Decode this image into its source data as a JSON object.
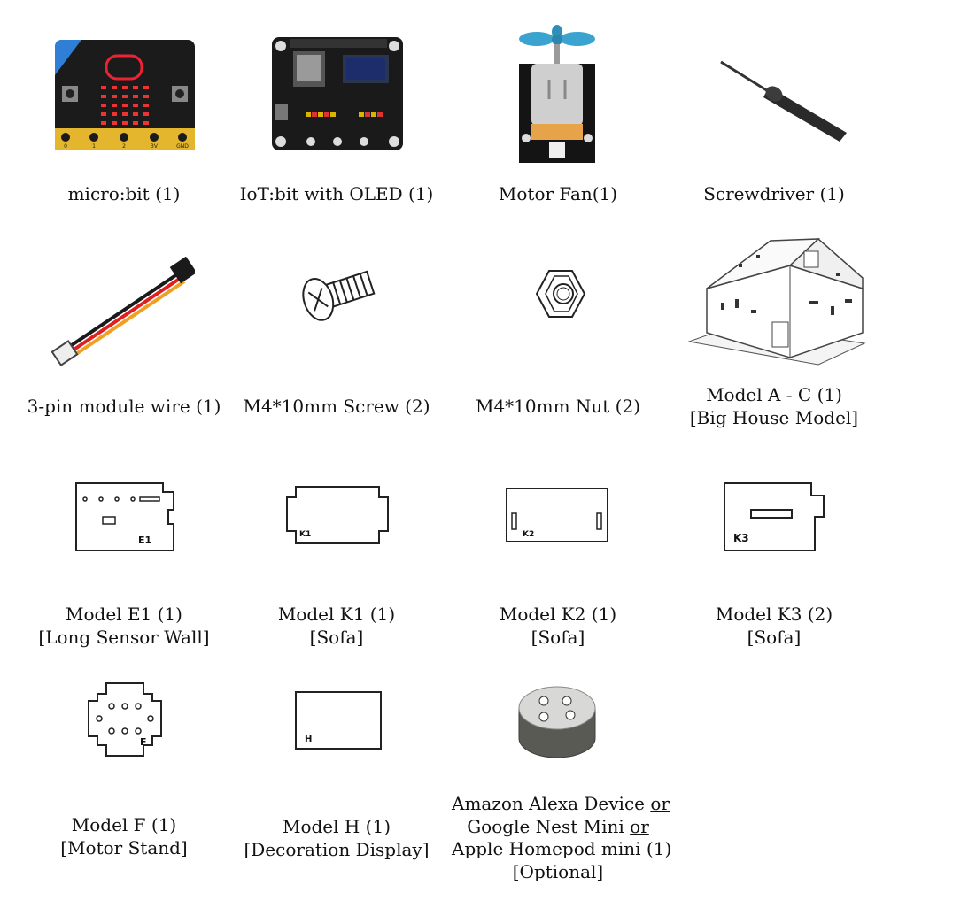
{
  "items": [
    {
      "id": "microbit",
      "icon": "microbit-board-icon",
      "lines": [
        "micro:bit (1)"
      ]
    },
    {
      "id": "iotbit",
      "icon": "iotbit-board-icon",
      "lines": [
        "IoT:bit with OLED (1)"
      ]
    },
    {
      "id": "motorfan",
      "icon": "motor-fan-icon",
      "lines": [
        "Motor Fan(1)"
      ]
    },
    {
      "id": "screwdriver",
      "icon": "screwdriver-icon",
      "lines": [
        "Screwdriver (1)"
      ]
    },
    {
      "id": "wire",
      "icon": "module-wire-icon",
      "lines": [
        "3-pin module wire (1)"
      ]
    },
    {
      "id": "screw",
      "icon": "screw-icon",
      "lines": [
        "M4*10mm Screw (2)"
      ]
    },
    {
      "id": "nut",
      "icon": "nut-icon",
      "lines": [
        "M4*10mm Nut (2)"
      ]
    },
    {
      "id": "house",
      "icon": "house-model-icon",
      "lines": [
        "Model A -  C (1)",
        "[Big House Model]"
      ]
    },
    {
      "id": "e1",
      "icon": "panel-e1-icon",
      "panel_label": "E1",
      "lines": [
        "Model E1 (1)",
        "[Long Sensor Wall]"
      ]
    },
    {
      "id": "k1",
      "icon": "panel-k1-icon",
      "panel_label": "K1",
      "lines": [
        "Model K1 (1)",
        "[Sofa]"
      ]
    },
    {
      "id": "k2",
      "icon": "panel-k2-icon",
      "panel_label": "K2",
      "lines": [
        "Model K2 (1)",
        "[Sofa]"
      ]
    },
    {
      "id": "k3",
      "icon": "panel-k3-icon",
      "panel_label": "K3",
      "lines": [
        "Model K3 (2)",
        "[Sofa]"
      ]
    },
    {
      "id": "f",
      "icon": "panel-f-icon",
      "panel_label": "F",
      "lines": [
        "Model F (1)",
        "[Motor Stand]"
      ]
    },
    {
      "id": "h",
      "icon": "panel-h-icon",
      "panel_label": "H",
      "lines": [
        "Model H (1)",
        "[Decoration Display]"
      ]
    },
    {
      "id": "speaker",
      "icon": "smart-speaker-icon",
      "speaker_lines": {
        "l1a": "Amazon Alexa Device ",
        "l1b": "or",
        "l2a": "Google Nest Mini ",
        "l2b": "or",
        "l3": "Apple Homepod mini (1)",
        "l4": "[Optional]"
      }
    }
  ],
  "board_pins": [
    "0",
    "1",
    "2",
    "3V",
    "GND"
  ]
}
